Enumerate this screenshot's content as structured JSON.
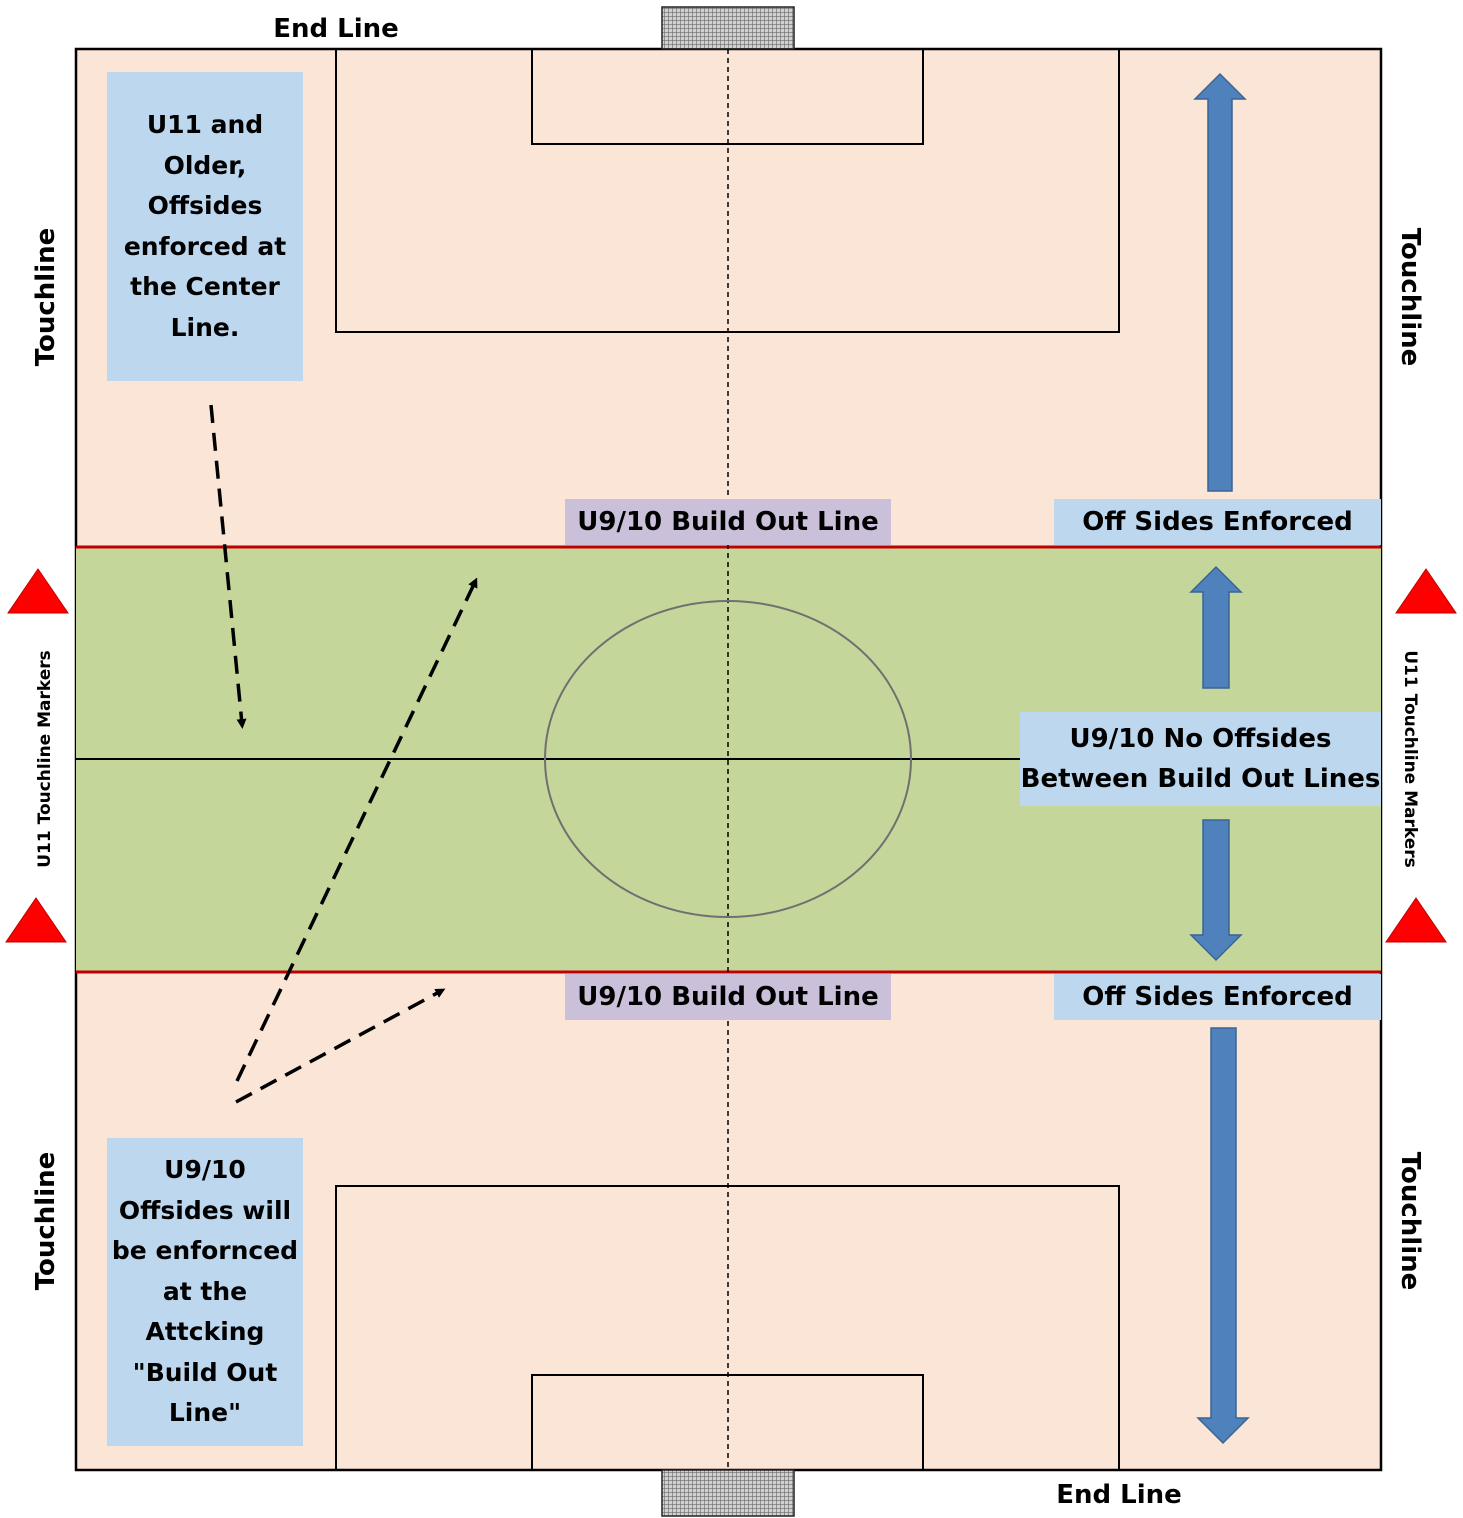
{
  "labels": {
    "end_line_top": "End Line",
    "end_line_bottom": "End Line",
    "touchline_left_top": "Touchline",
    "touchline_left_bottom": "Touchline",
    "touchline_right_top": "Touchline",
    "touchline_right_bottom": "Touchline",
    "markers_left": "U11 Touchline Markers",
    "markers_right": "U11 Touchline Markers",
    "build_out_top": "U9/10 Build Out Line",
    "build_out_bottom": "U9/10 Build Out Line",
    "offsides_top": "Off Sides Enforced",
    "offsides_bottom": "Off Sides Enforced",
    "no_offsides": "U9/10 No Offsides\nBetween Build Out Lines",
    "note_u11": "U11 and\nOlder,\nOffsides\nenforced at\nthe Center\nLine.",
    "note_u910": "U9/10\nOffsides will\nbe enfornced\nat the\nAttcking\n\"Build Out\nLine\""
  },
  "colors": {
    "field": "#fbe5d6",
    "zone": "#c5d69b",
    "build_out_line": "#c00000",
    "arrow": "#4f81bd",
    "marker": "#ff0000",
    "note": "#bdd7ee",
    "tag": "#cbc0da"
  }
}
